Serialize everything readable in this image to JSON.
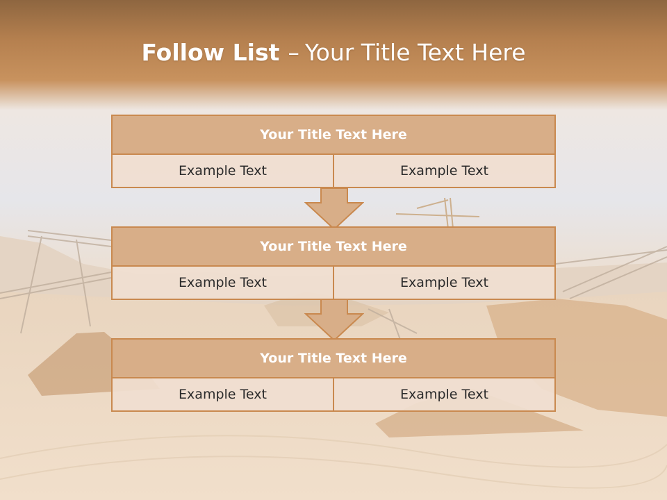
{
  "slide": {
    "title_bold": "Follow List",
    "title_separator": "–",
    "title_rest": "Your Title Text Here",
    "background_description": "quarry-with-conveyors-and-crane",
    "colors": {
      "header_band": "#b97f4a",
      "box_border": "#c9894f",
      "box_header": "#d8ae88",
      "box_body": "#f0ded0",
      "arrow": "#d8ae88"
    }
  },
  "steps": [
    {
      "title": "Your Title Text Here",
      "left": "Example Text",
      "right": "Example Text"
    },
    {
      "title": "Your Title Text Here",
      "left": "Example Text",
      "right": "Example Text"
    },
    {
      "title": "Your Title Text Here",
      "left": "Example Text",
      "right": "Example Text"
    }
  ]
}
